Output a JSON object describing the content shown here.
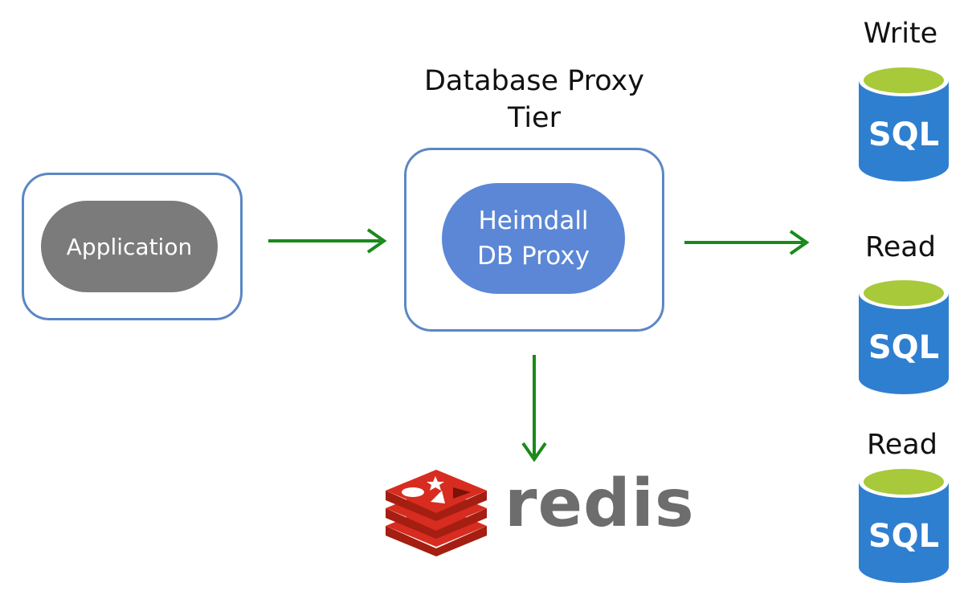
{
  "proxy_tier": {
    "title_line1": "Database Proxy",
    "title_line2": "Tier",
    "proxy_line1": "Heimdall",
    "proxy_line2": "DB Proxy"
  },
  "application": {
    "label": "Application"
  },
  "databases": [
    {
      "role": "Write",
      "icon_text": "SQL"
    },
    {
      "role": "Read",
      "icon_text": "SQL"
    },
    {
      "role": "Read",
      "icon_text": "SQL"
    }
  ],
  "cache": {
    "name": "redis"
  },
  "colors": {
    "frame_border": "#5b87c4",
    "app_pill": "#7b7b7b",
    "proxy_pill": "#5b87d6",
    "arrow": "#1a8a1a",
    "db_body": "#2f7fd0",
    "db_top": "#a8c93a",
    "redis_red": "#d82c20",
    "redis_text": "#6d6d6d"
  },
  "icons": [
    "sql-database-icon",
    "redis-logo-icon",
    "arrow-icon"
  ]
}
